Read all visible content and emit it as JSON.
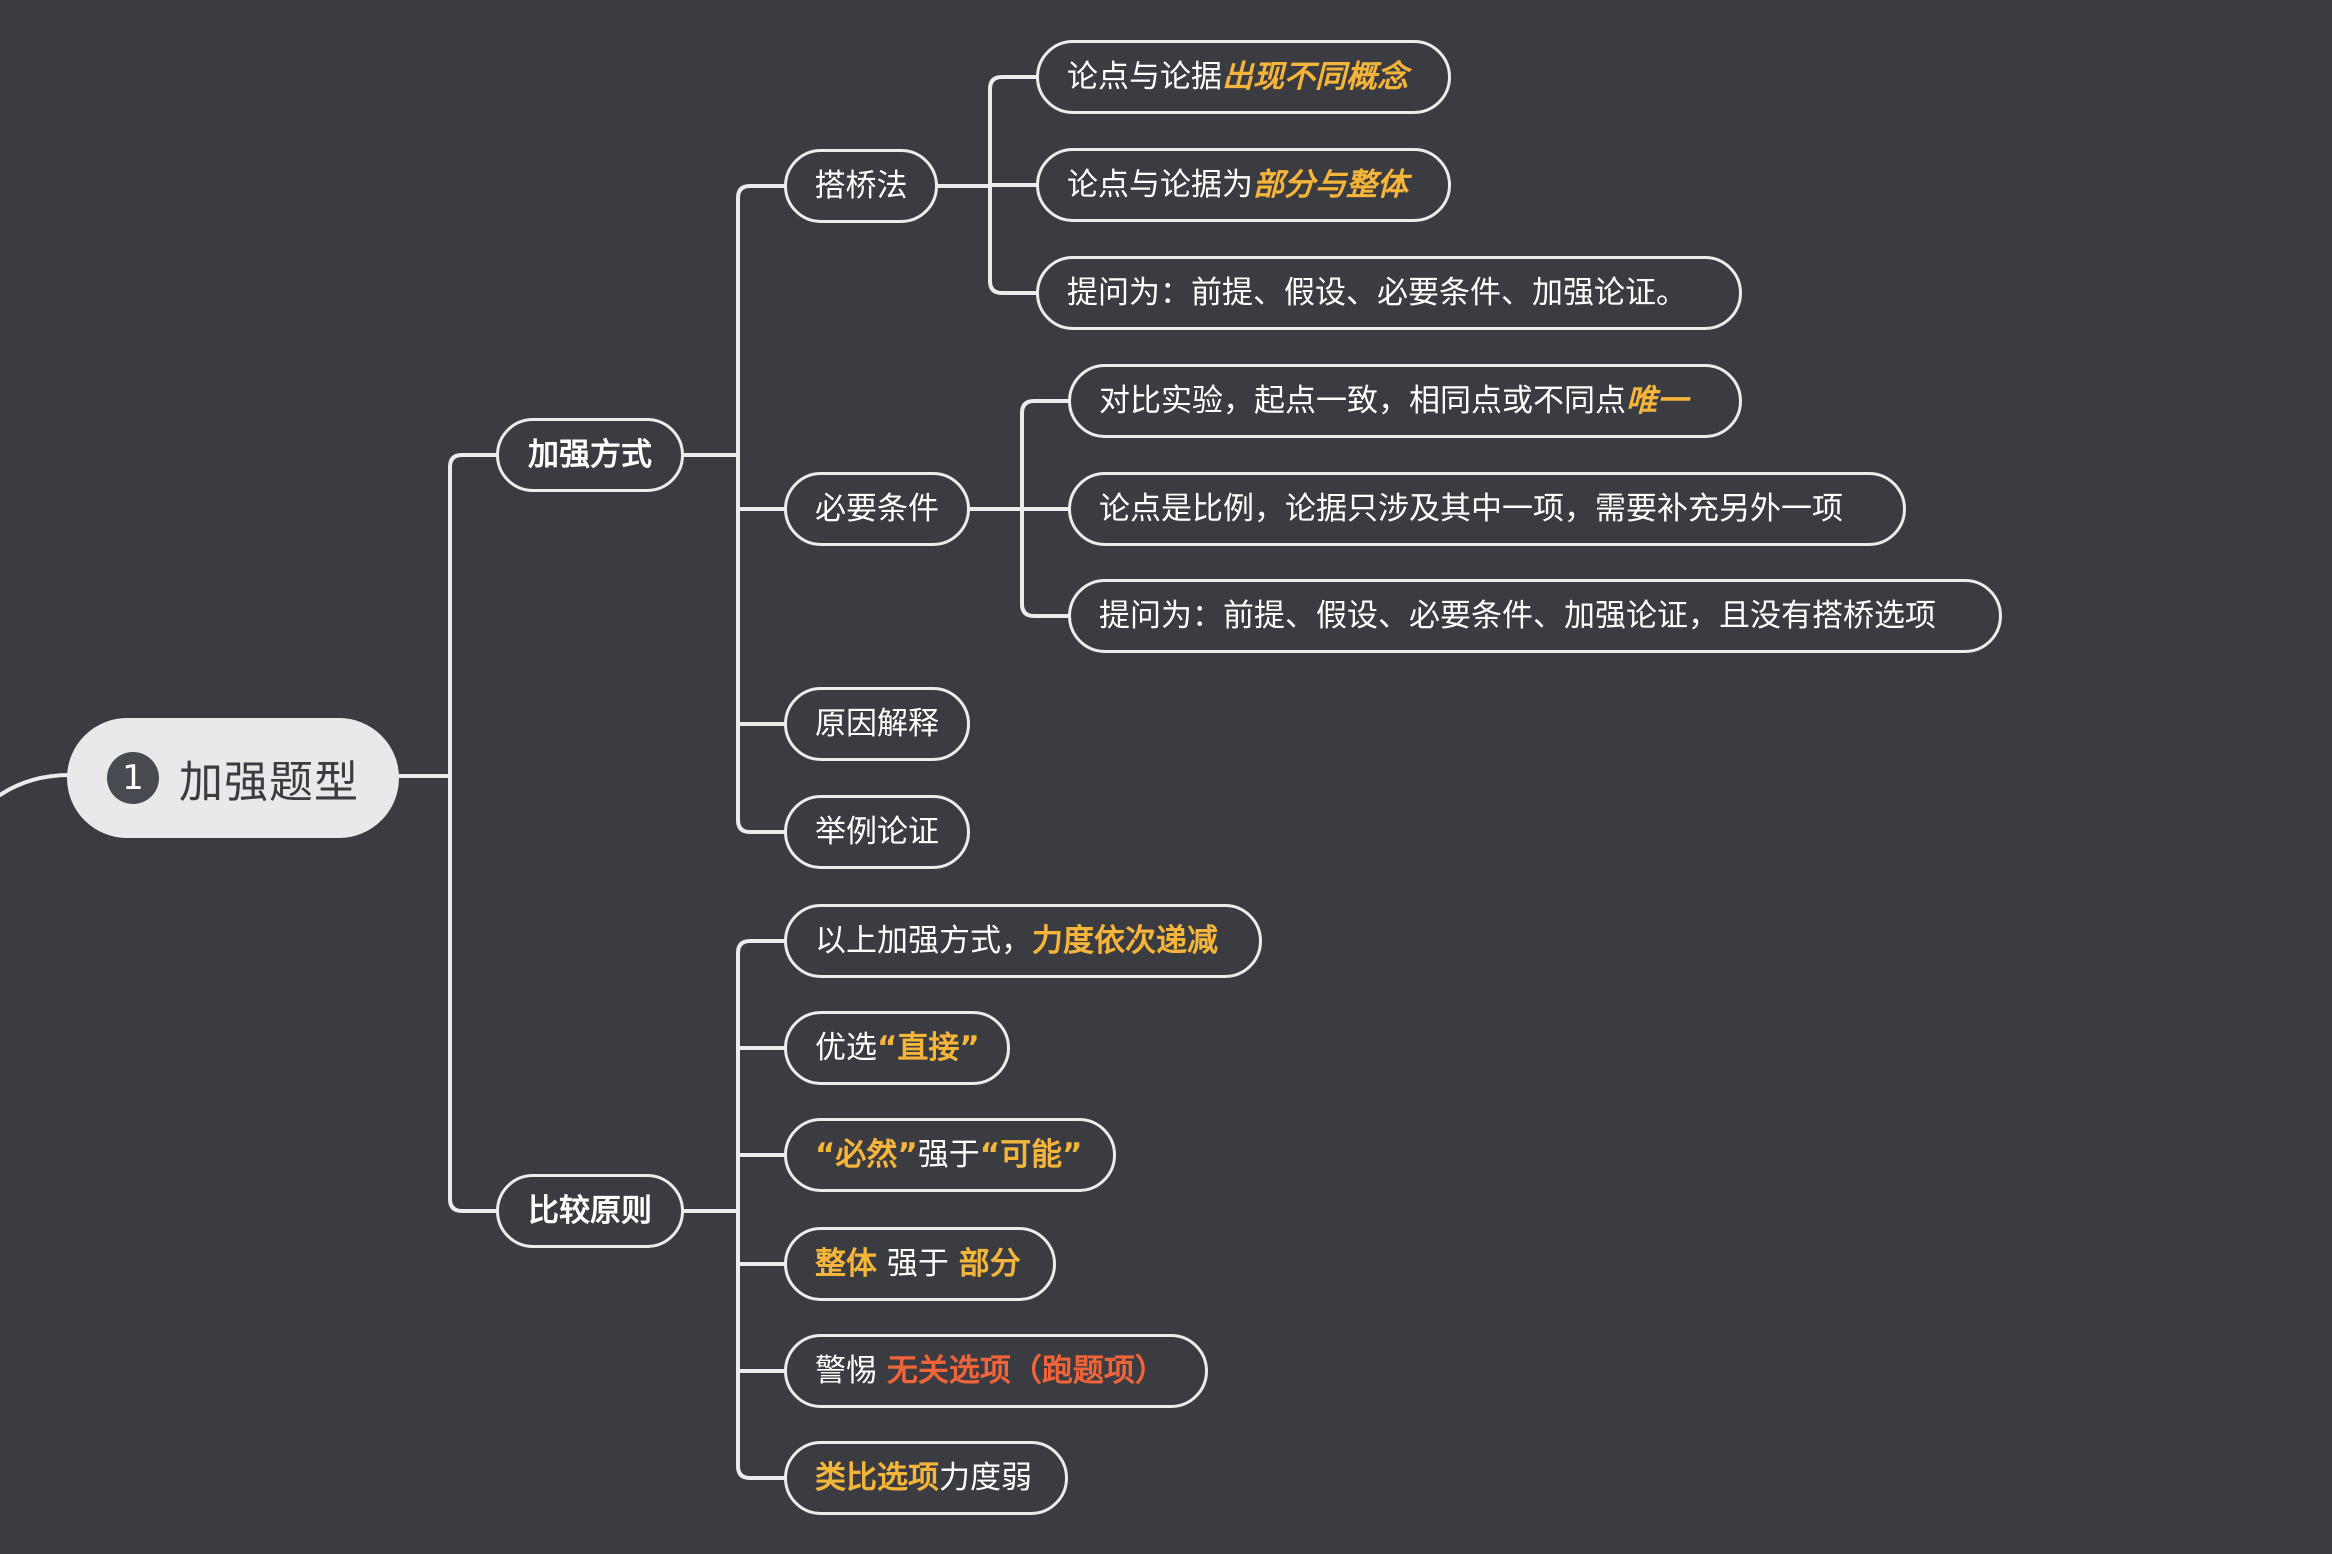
{
  "root": {
    "number": "1",
    "title": "加强题型"
  },
  "branches": [
    {
      "label": "加强方式",
      "children": [
        {
          "label": "搭桥法",
          "children": [
            {
              "segments": [
                {
                  "text": "论点与论据",
                  "style": "plain"
                },
                {
                  "text": "出现不同概念",
                  "style": "highlight-italic"
                }
              ]
            },
            {
              "segments": [
                {
                  "text": "论点与论据为",
                  "style": "plain"
                },
                {
                  "text": "部分与整体",
                  "style": "highlight-italic"
                }
              ]
            },
            {
              "segments": [
                {
                  "text": "提问为：前提、假设、必要条件、加强论证。",
                  "style": "plain"
                }
              ]
            }
          ]
        },
        {
          "label": "必要条件",
          "children": [
            {
              "segments": [
                {
                  "text": "对比实验，起点一致，相同点或不同点",
                  "style": "plain"
                },
                {
                  "text": "唯一",
                  "style": "highlight-italic"
                }
              ]
            },
            {
              "segments": [
                {
                  "text": "论点是比例，论据只涉及其中一项，需要补充另外一项",
                  "style": "plain"
                }
              ]
            },
            {
              "segments": [
                {
                  "text": "提问为：前提、假设、必要条件、加强论证，且没有搭桥选项",
                  "style": "plain"
                }
              ]
            }
          ]
        },
        {
          "label": "原因解释",
          "children": []
        },
        {
          "label": "举例论证",
          "children": []
        }
      ]
    },
    {
      "label": "比较原则",
      "children": [
        {
          "segments": [
            {
              "text": "以上加强方式，",
              "style": "plain"
            },
            {
              "text": "力度依次递减",
              "style": "highlight"
            }
          ]
        },
        {
          "segments": [
            {
              "text": "优选",
              "style": "plain"
            },
            {
              "text": "“直接”",
              "style": "highlight"
            }
          ]
        },
        {
          "segments": [
            {
              "text": "“必然”",
              "style": "highlight"
            },
            {
              "text": "强于",
              "style": "plain"
            },
            {
              "text": "“可能”",
              "style": "highlight"
            }
          ]
        },
        {
          "segments": [
            {
              "text": "整体",
              "style": "highlight"
            },
            {
              "text": " 强于 ",
              "style": "plain"
            },
            {
              "text": "部分",
              "style": "highlight"
            }
          ]
        },
        {
          "segments": [
            {
              "text": "警惕 ",
              "style": "plain"
            },
            {
              "text": "无关选项（跑题项）",
              "style": "red"
            }
          ]
        },
        {
          "segments": [
            {
              "text": "类比选项",
              "style": "highlight"
            },
            {
              "text": "力度弱",
              "style": "plain"
            }
          ]
        }
      ]
    }
  ],
  "colors": {
    "background": "#3a3c41",
    "line": "#ececec",
    "highlight": "#f5b53a",
    "warning": "#f0643a",
    "root_fill": "#e9e9ea"
  }
}
